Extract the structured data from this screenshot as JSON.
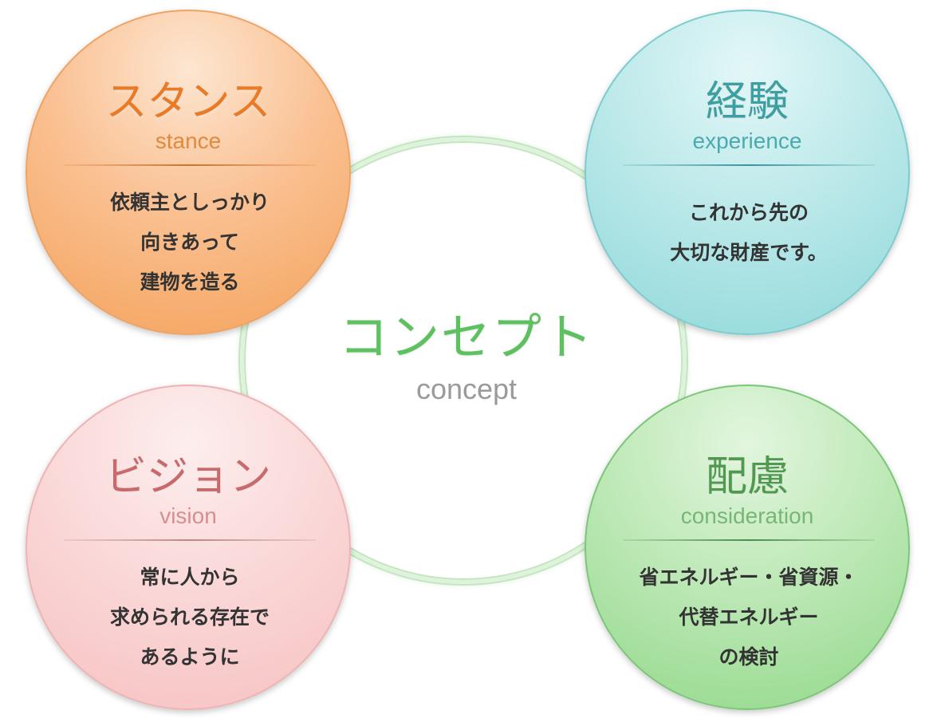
{
  "center": {
    "title": "コンセプト",
    "subtitle": "concept"
  },
  "circles": {
    "stance": {
      "title": "スタンス",
      "subtitle": "stance",
      "lines": [
        "依頼主としっかり",
        "向きあって",
        "建物を造る"
      ],
      "color": "#f4a25a"
    },
    "experience": {
      "title": "経験",
      "subtitle": "experience",
      "lines": [
        "これから先の",
        "大切な財産です。"
      ],
      "color": "#8fd8da"
    },
    "vision": {
      "title": "ビジョン",
      "subtitle": "vision",
      "lines": [
        "常に人から",
        "求められる存在で",
        "あるように"
      ],
      "color": "#f7c1c1"
    },
    "consideration": {
      "title": "配慮",
      "subtitle": "consideration",
      "lines": [
        "省エネルギー・省資源・",
        "代替エネルギー",
        "の検討"
      ],
      "color": "#92d88a"
    }
  }
}
